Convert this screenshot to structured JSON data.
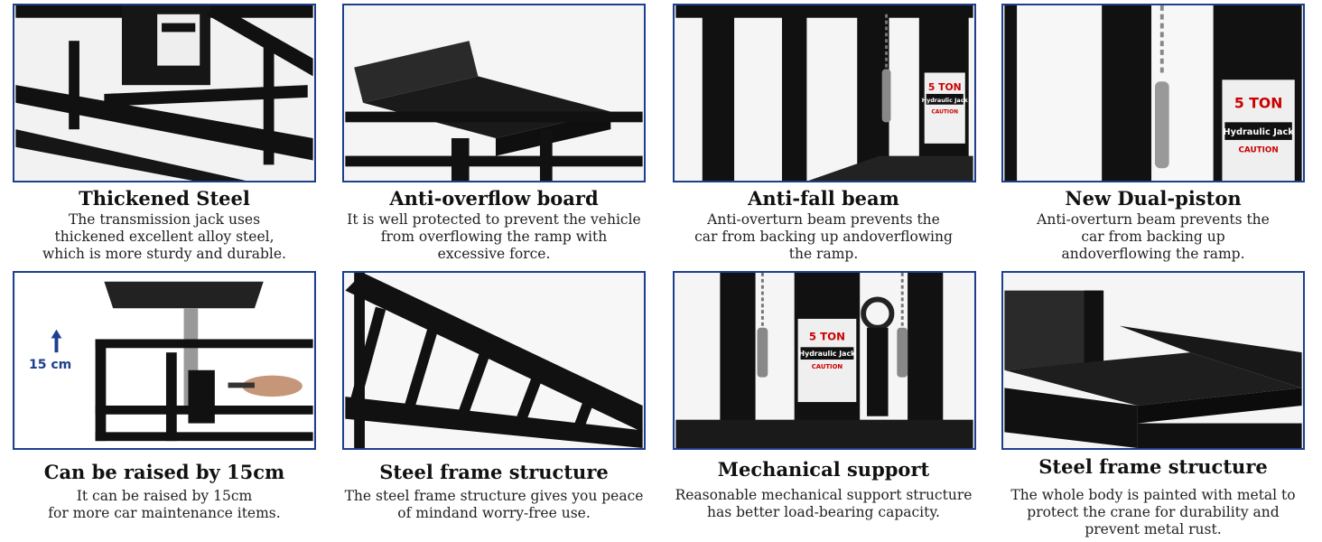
{
  "panels": [
    {
      "title": "Thickened Steel",
      "desc": [
        "The transmission jack  uses",
        "thickened excellent alloy steel,",
        "which is more sturdy and durable."
      ],
      "image": "jack-frame-photo"
    },
    {
      "title": "Anti-overflow board",
      "desc": [
        "It is well protected to prevent the vehicle",
        "from overflowing the ramp with",
        "excessive force."
      ],
      "image": "ramp-plate-photo"
    },
    {
      "title": "Anti-fall beam",
      "desc": [
        "Anti-overturn beam prevents the",
        "car from backing up andoverflowing",
        "the ramp."
      ],
      "image": "jack-beam-photo",
      "jack_label": {
        "rating": "5 TON",
        "name": "Hydraulic Jack",
        "warning": "CAUTION"
      }
    },
    {
      "title": "New Dual-piston",
      "desc": [
        "Anti-overturn beam prevents the",
        "car from backing up",
        "andoverflowing the ramp."
      ],
      "image": "jack-label-photo",
      "jack_label": {
        "rating": "5 TON",
        "name": "Hydraulic Jack",
        "warning": "CAUTION"
      }
    },
    {
      "title": "Can be raised by 15cm",
      "desc": [
        "It can be raised by 15cm",
        "for more car maintenance items."
      ],
      "image": "raised-jack-photo",
      "raise_label": "15 cm"
    },
    {
      "title": "Steel frame structure",
      "desc": [
        "The steel frame structure gives you peace",
        "of mindand worry-free use."
      ],
      "image": "ladder-frame-photo"
    },
    {
      "title": "Mechanical support",
      "desc": [
        "Reasonable mechanical support structure",
        "has better load-bearing capacity."
      ],
      "image": "jack-support-photo",
      "jack_label": {
        "rating": "5 TON",
        "name": "Hydraulic Jack",
        "warning": "CAUTION"
      }
    },
    {
      "title": "Steel frame structure",
      "desc": [
        "The whole body is painted with metal to",
        "protect the crane for durability and",
        "prevent metal rust."
      ],
      "image": "painted-plate-photo"
    }
  ],
  "colors": {
    "border": "#1d3f8f",
    "steel": "#111111",
    "accent": "#1d3f8f"
  }
}
